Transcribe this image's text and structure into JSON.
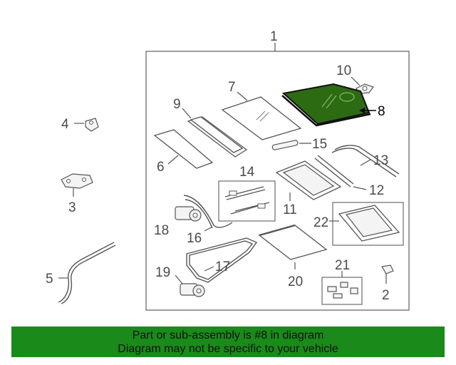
{
  "colors": {
    "highlight": "#2d6b12",
    "banner": "#1a8a1a"
  },
  "callouts": {
    "c1": "1",
    "c2": "2",
    "c3": "3",
    "c4": "4",
    "c5": "5",
    "c6": "6",
    "c7": "7",
    "c8": "8",
    "c9": "9",
    "c10": "10",
    "c11": "11",
    "c12": "12",
    "c13": "13",
    "c14": "14",
    "c15": "15",
    "c16": "16",
    "c17": "17",
    "c18": "18",
    "c19": "19",
    "c20": "20",
    "c21": "21",
    "c22": "22"
  },
  "highlighted_part": "8",
  "banner": {
    "line1": "Part or sub-assembly is #8 in diagram",
    "line2": "Diagram may not be specific to your vehicle"
  }
}
